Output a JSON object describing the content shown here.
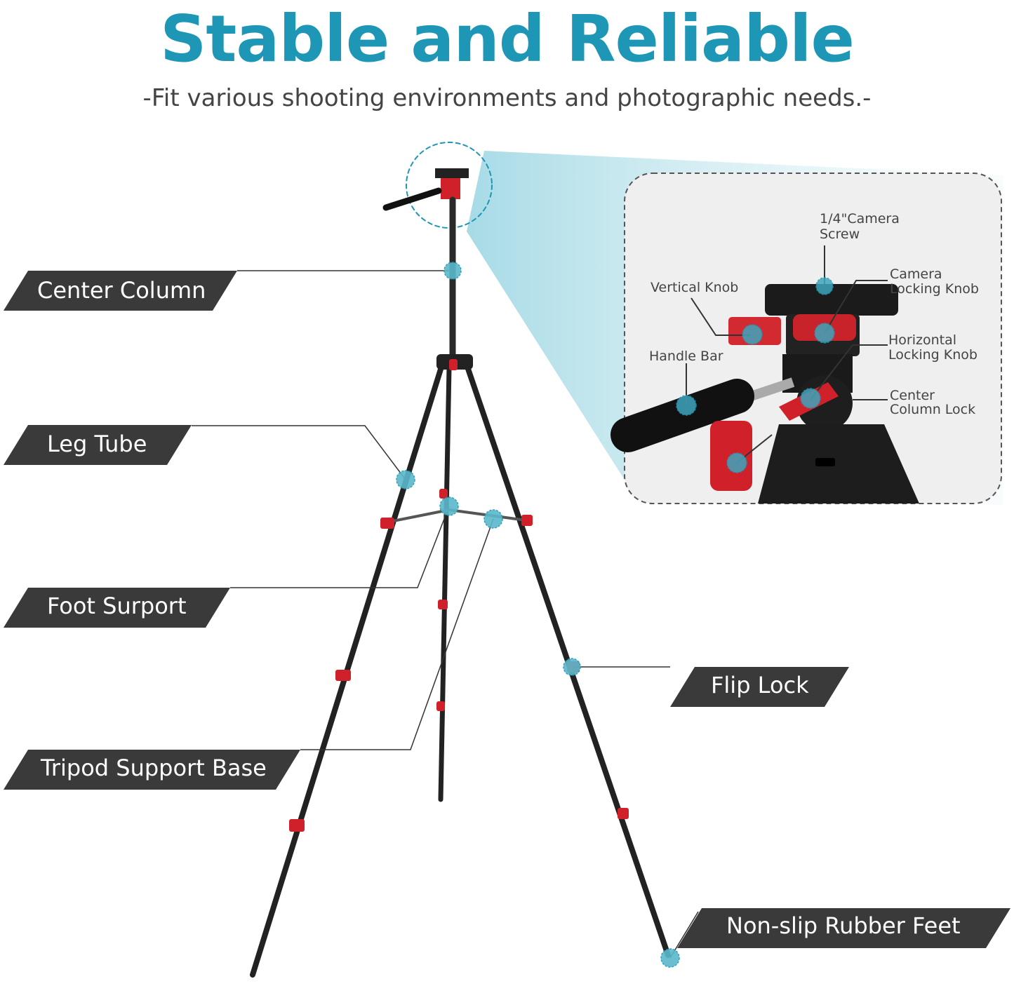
{
  "header": {
    "title": "Stable and Reliable",
    "subtitle": "-Fit various shooting environments and photographic needs.-"
  },
  "callouts": {
    "center_column": "Center Column",
    "leg_tube": "Leg Tube",
    "foot_support": "Foot Surport",
    "tripod_support_base": "Tripod Support Base",
    "flip_lock": "Flip Lock",
    "rubber_feet": "Non-slip Rubber Feet"
  },
  "inset": {
    "camera_screw": [
      "1/4\"Camera",
      "Screw"
    ],
    "camera_locking_knob": [
      "Camera",
      "Locking Knob"
    ],
    "vertical_knob": "Vertical Knob",
    "horizontal_locking_knob": [
      "Horizontal",
      "Locking Knob"
    ],
    "handle_bar": "Handle Bar",
    "center_column_lock": [
      "Center",
      "Column Lock"
    ]
  },
  "colors": {
    "accent": "#1d97b5",
    "label_bg": "#3a3a3a",
    "clamp_red": "#d0202a"
  }
}
